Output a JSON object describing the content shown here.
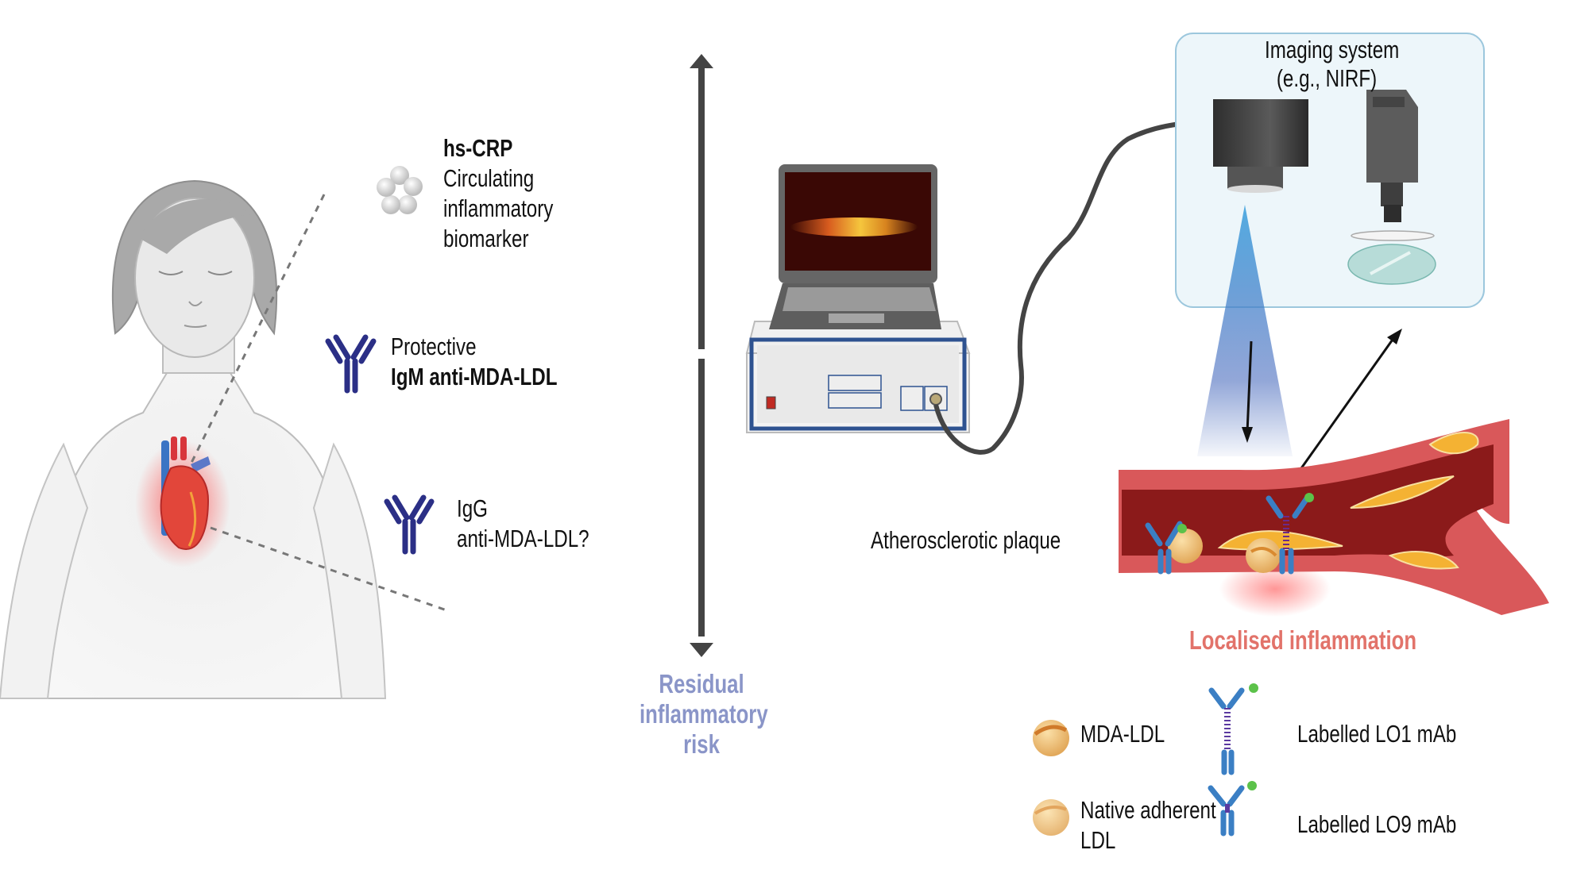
{
  "left_panel": {
    "hs_crp": {
      "title": "hs-CRP",
      "line1": "Circulating",
      "line2": "inflammatory",
      "line3": "biomarker"
    },
    "igm": {
      "line1": "Protective",
      "line2": "IgM anti-MDA-LDL"
    },
    "igg": {
      "line1": "IgG",
      "line2": "anti-MDA-LDL?"
    }
  },
  "center": {
    "risk_label": {
      "line1": "Residual",
      "line2": "inflammatory",
      "line3": "risk"
    }
  },
  "right_panel": {
    "imaging_box": {
      "line1": "Imaging system",
      "line2": "(e.g., NIRF)"
    },
    "plaque_label": "Atherosclerotic plaque",
    "inflammation_label": "Localised inflammation"
  },
  "legend": {
    "items": [
      {
        "label": "MDA-LDL",
        "icon": "mda-ldl-particle-icon"
      },
      {
        "label": "Native adherent",
        "label2": "LDL",
        "icon": "native-ldl-particle-icon"
      },
      {
        "label": "Labelled LO1 mAb",
        "icon": "lo1-antibody-icon"
      },
      {
        "label": "Labelled LO9 mAb",
        "icon": "lo9-antibody-icon"
      }
    ]
  },
  "colors": {
    "antibody_dark": "#2b2f86",
    "antibody_blue": "#3b7fc4",
    "label_green": "#5cc24a",
    "risk_text": "#8a95c8",
    "inflammation_text": "#e2736a",
    "vessel_wall": "#c9464a",
    "lumen": "#8b1a1a",
    "plaque": "#f4b233",
    "arrow_gray": "#444444",
    "imaging_box_bg": "#edf6fa",
    "imaging_box_border": "#9cc7dd"
  }
}
